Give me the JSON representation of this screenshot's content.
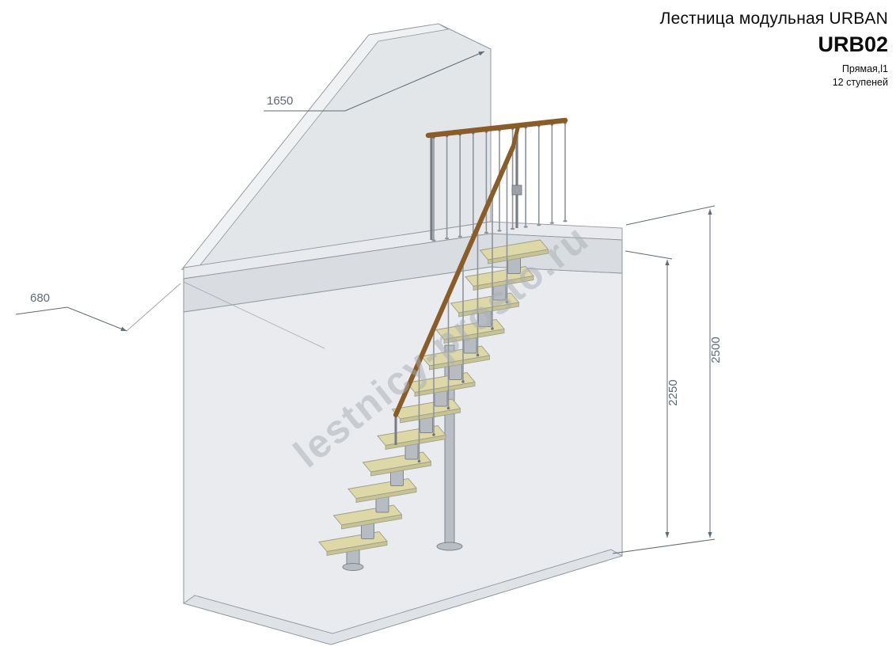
{
  "title_block": {
    "product_line": "Лестница модульная URBAN",
    "model": "URB02",
    "type": "Прямая,l1",
    "steps": "12 ступеней"
  },
  "watermark": "lestnicy-prosto.ru",
  "dimensions": {
    "wall_top": "1650",
    "landing_depth": "680",
    "floor_to_landing": "2250",
    "total_height": "2500"
  },
  "staircase": {
    "steps_count": 12,
    "colors": {
      "tread": "#ddd8a6",
      "tread_edge": "#c8c390",
      "module": "#b7bcc2",
      "module_stroke": "#7e868d",
      "handrail": "#8a5c28",
      "baluster": "#8d949b",
      "joint": "#6f777e",
      "column": "#b9bec4",
      "newel": "#757d84"
    }
  },
  "drawing": {
    "colors": {
      "line": "#8f969d",
      "wall": "#e3e6e9",
      "band": "#eff1f3",
      "interior": "#e9ebee",
      "slab_top": "#e8eaed",
      "slab_face": "#d9dce0",
      "floor": "#dfe2e6",
      "dim": "#5f6a72",
      "watermark": "#a9afb6"
    }
  }
}
